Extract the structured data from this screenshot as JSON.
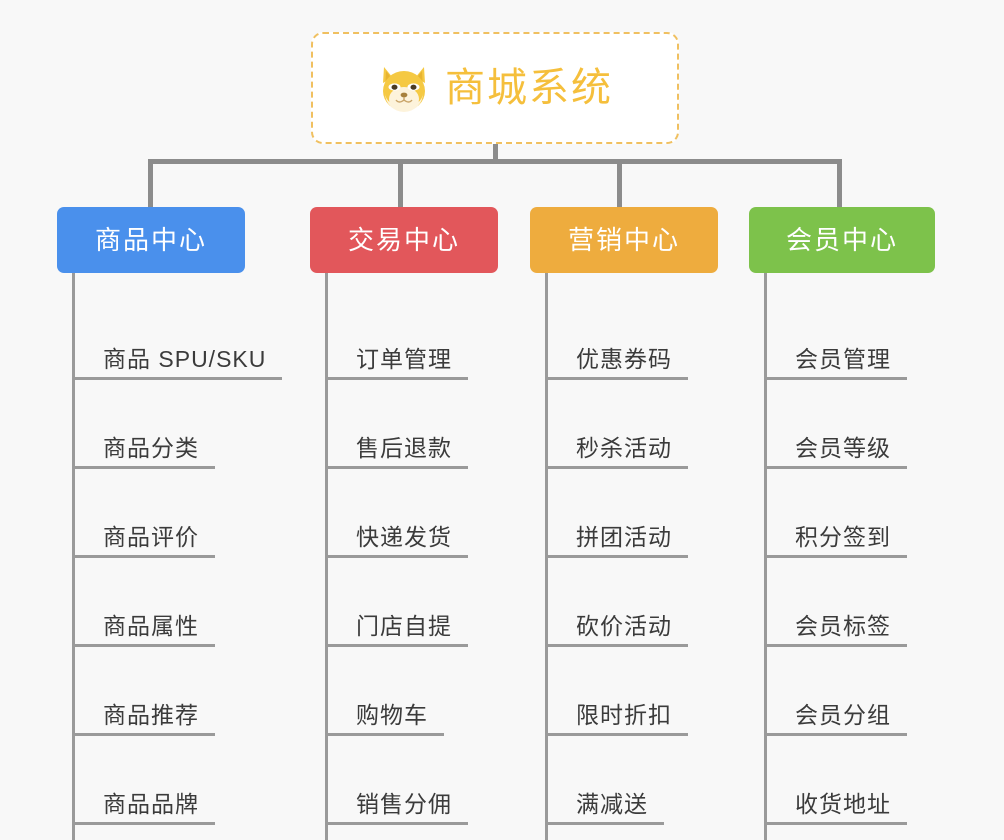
{
  "root": {
    "title": "商城系统",
    "icon": "shiba-dog-icon",
    "accent_color": "#f5bf3c",
    "border_color": "#f0c060",
    "background": "#ffffff"
  },
  "canvas": {
    "background_color": "#f8f8f8",
    "connector_color": "#8c8c8c"
  },
  "columns": [
    {
      "label": "商品中心",
      "color": "#4a90ec",
      "items": [
        "商品 SPU/SKU",
        "商品分类",
        "商品评价",
        "商品属性",
        "商品推荐",
        "商品品牌"
      ]
    },
    {
      "label": "交易中心",
      "color": "#e2575b",
      "items": [
        "订单管理",
        "售后退款",
        "快递发货",
        "门店自提",
        "购物车",
        "销售分佣"
      ]
    },
    {
      "label": "营销中心",
      "color": "#eeac3e",
      "items": [
        "优惠券码",
        "秒杀活动",
        "拼团活动",
        "砍价活动",
        "限时折扣",
        "满减送"
      ]
    },
    {
      "label": "会员中心",
      "color": "#7dc24b",
      "items": [
        "会员管理",
        "会员等级",
        "积分签到",
        "会员标签",
        "会员分组",
        "收货地址"
      ]
    }
  ]
}
